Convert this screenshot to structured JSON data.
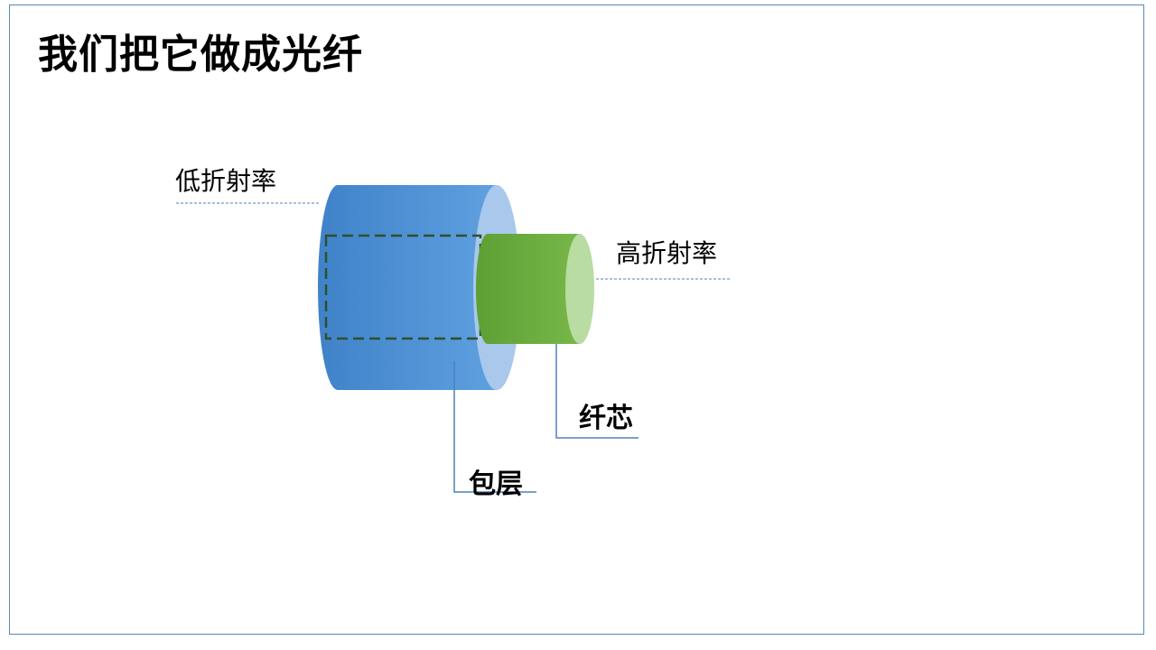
{
  "title": "我们把它做成光纤",
  "labels": {
    "low_index": "低折射率",
    "high_index": "高折射率",
    "core": "纤芯",
    "cladding": "包层"
  },
  "colors": {
    "cladding_body": "#4d8fd3",
    "cladding_end": "#a9c8ec",
    "core_body": "#6aab3e",
    "core_end": "#b8dca2",
    "leader_line": "#4f81bd",
    "dashed_outline": "#2f4f2f"
  }
}
